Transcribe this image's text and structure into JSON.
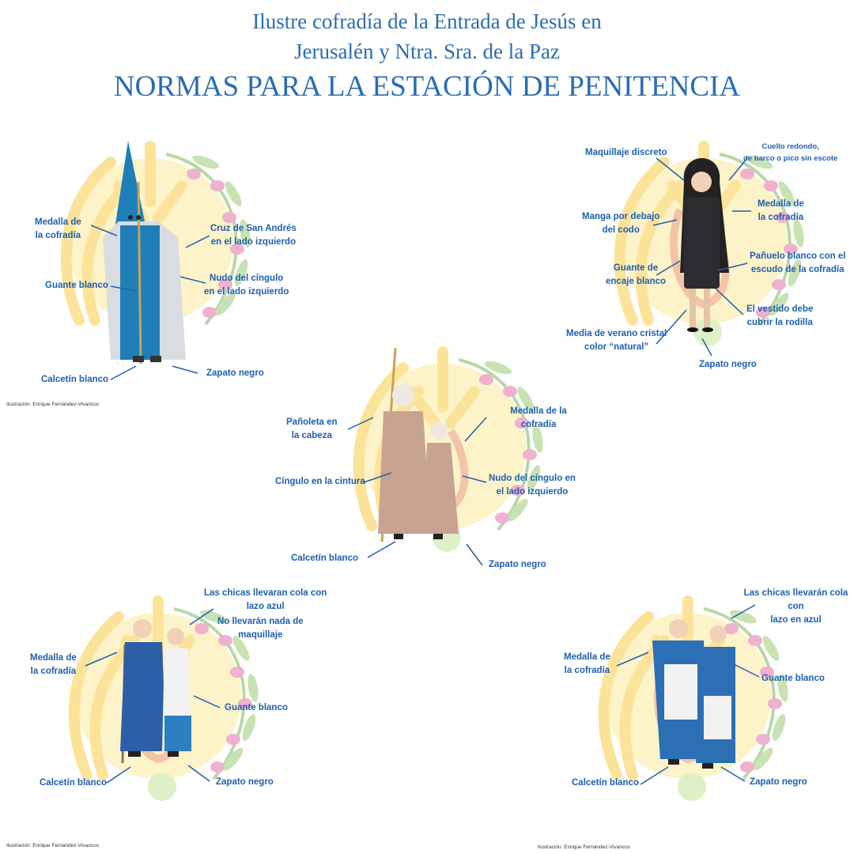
{
  "header": {
    "line1": "Ilustre cofradía de la Entrada de Jesús en",
    "line2": "Jerusalén y Ntra. Sra. de la Paz",
    "title": "NORMAS PARA LA ESTACIÓN DE PENITENCIA"
  },
  "nazareno": {
    "labels": [
      "Medalla de\nla cofradía",
      "Cruz de San Andrés\nen el lado izquierdo",
      "Guante blanco",
      "Nudo del cíngulo\nen el lado izquierdo",
      "Calcetín blanco",
      "Zapato negro"
    ],
    "credit": "Ilustración: Enrique Fernández-Vivancos"
  },
  "mantilla": {
    "labels": [
      "Maquillaje discreto",
      "Cuello redondo,\nde barco o pico sin escote",
      "Medalla de\nla cofradía",
      "Manga por debajo\ndel codo",
      "Guante de\nencaje blanco",
      "Pañuelo blanco con el\nescudo de la cofradía",
      "El vestido debe\ncubrir la rodilla",
      "Media de verano cristal\ncolor “natural”",
      "Zapato negro"
    ]
  },
  "hebrea": {
    "labels": [
      "Pañoleta en\nla cabeza",
      "Medalla de la cofradía",
      "Cíngulo en la cintura",
      "Nudo del cíngulo en\nel lado izquierdo",
      "Calcetín blanco",
      "Zapato negro"
    ]
  },
  "acolito": {
    "labels": [
      "Las chicas llevaran cola con\nlazo azul",
      "No llevarán nada de\nmaquillaje",
      "Medalla de\nla cofradía",
      "Guante blanco",
      "Calcetín blanco",
      "Zapato negro"
    ],
    "credit": "Ilustración: Enrique Fernández-Vivancos"
  },
  "monaguillo": {
    "labels": [
      "Las chicas llevarán cola con\nlazo en azul",
      "Medalla de\nla cofradía",
      "Guante blanco",
      "Calcetín blanco",
      "Zapato negro"
    ],
    "credit": "Ilustración: Enrique Fernández-Vivancos"
  },
  "colors": {
    "accent": "#1f5fae",
    "title": "#2b6cb3",
    "robe": "#1e7fb8",
    "wreath_yellow": "#fbe9a6",
    "olive": "#e9a9c9"
  }
}
